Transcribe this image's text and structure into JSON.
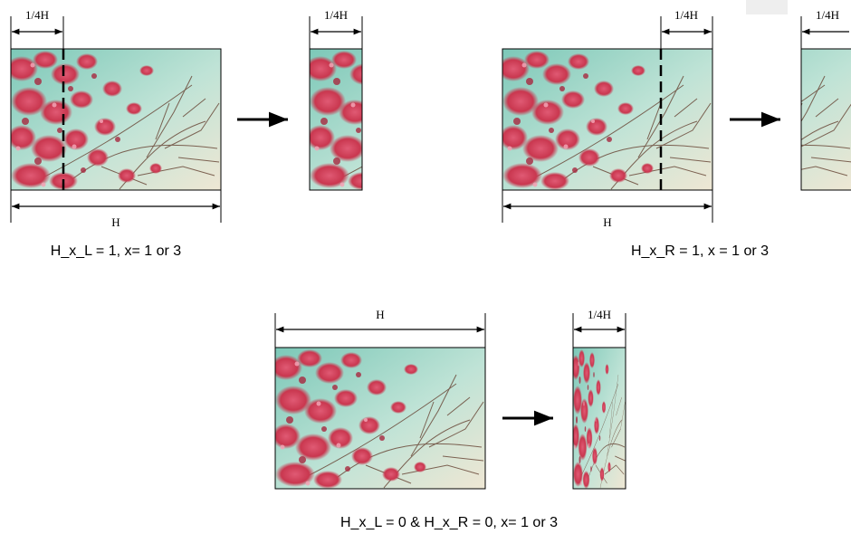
{
  "labels": {
    "quarter_width": "1/4H",
    "full_width": "H"
  },
  "captions": {
    "left_crop": "H_x_L = 1, x= 1 or 3",
    "right_crop": "H_x_R = 1, x = 1 or 3",
    "squeeze": "H_x_L = 0 & H_x_R = 0, x= 1 or 3"
  },
  "colors": {
    "sky_top": "#8fcfbf",
    "sky_bottom": "#dff0e6",
    "blossom": "#d9435f",
    "blossom_dark": "#a8283f",
    "branch": "#6b4a3a",
    "line": "#000000"
  },
  "icons": {
    "arrow": "right-arrow-icon",
    "dimension": "double-headed-arrow-icon"
  }
}
